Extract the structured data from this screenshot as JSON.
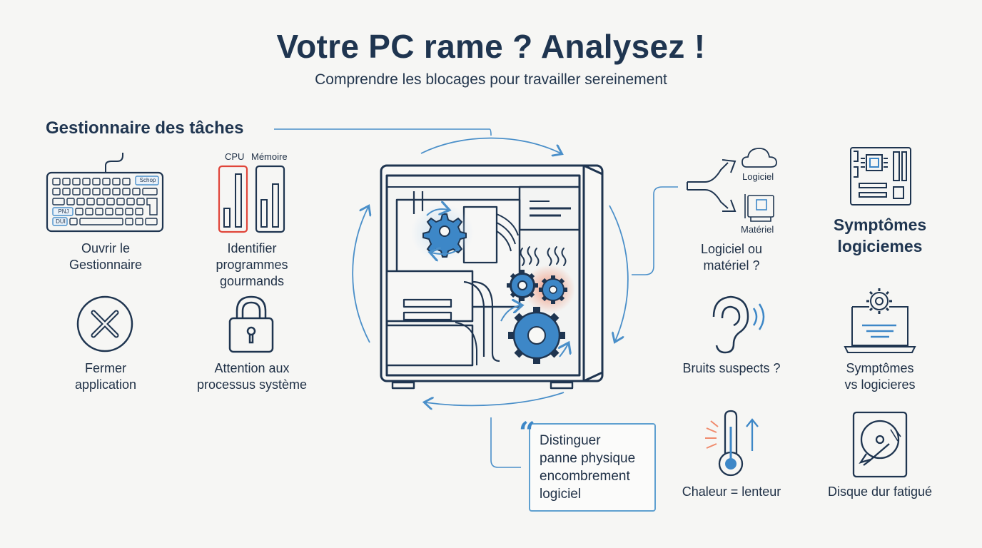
{
  "header": {
    "title": "Votre PC rame ? Analysez !",
    "subtitle": "Comprendre les blocages pour travailler sereinement"
  },
  "section_title": "Gestionnaire des tâches",
  "left_items": [
    {
      "label": "Ouvrir le\nGestionnaire",
      "icon": "keyboard-icon"
    },
    {
      "label": "Identifier\nprogrammes\ngourmands",
      "icon": "bar-meter-icon"
    },
    {
      "label": "Fermer\napplication",
      "icon": "close-circle-icon"
    },
    {
      "label": "Attention aux\nprocessus système",
      "icon": "padlock-icon"
    }
  ],
  "keyboard_keys": [
    "Schop",
    "PNJ",
    "DUI"
  ],
  "meters": {
    "cpu_label": "CPU",
    "memory_label": "Mémoire"
  },
  "right_items": [
    {
      "label": "Logiciel ou\nmatériel ?",
      "icon": "split-arrow-icon"
    },
    {
      "label": "Symptômes\nlogiciemes",
      "icon": "motherboard-icon"
    },
    {
      "label": "Bruits suspects ?",
      "icon": "ear-icon"
    },
    {
      "label": "Symptômes\nvs logicieres",
      "icon": "laptop-gear-icon"
    },
    {
      "label": "Chaleur = lenteur",
      "icon": "thermometer-icon"
    },
    {
      "label": "Disque dur fatigué",
      "icon": "hard-disk-icon"
    }
  ],
  "split_labels": {
    "software": "Logiciel",
    "hardware": "Matériel"
  },
  "quote": "Distinguer\npanne physique\nencombrement\nlogiciel",
  "colors": {
    "accent": "#3d87c7",
    "dark": "#1f3550",
    "alert": "#e0453a",
    "heat": "#f08a6c"
  }
}
